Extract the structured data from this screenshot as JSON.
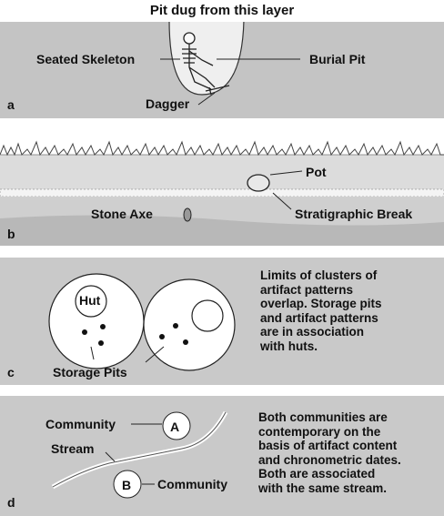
{
  "panel_a": {
    "title": "Pit dug from this layer",
    "seated_skeleton": "Seated Skeleton",
    "burial_pit": "Burial Pit",
    "dagger": "Dagger",
    "letter": "a",
    "colors": {
      "ground": "#c9c9c9",
      "pit": "#ececec"
    }
  },
  "panel_b": {
    "pot": "Pot",
    "stone_axe": "Stone Axe",
    "stratigraphic_break": "Stratigraphic Break",
    "letter": "b"
  },
  "panel_c": {
    "hut": "Hut",
    "storage_pits": "Storage Pits",
    "text": "Limits of clusters of artifact patterns overlap. Storage pits and artifact patterns are in association with huts.",
    "lines": [
      "Limits of clusters of",
      "artifact patterns",
      "overlap. Storage pits",
      "and artifact patterns",
      "are in association",
      "with huts."
    ],
    "letter": "c"
  },
  "panel_d": {
    "community_a_label": "Community",
    "a": "A",
    "community_b_label": "Community",
    "b": "B",
    "stream": "Stream",
    "lines": [
      "Both communities are",
      "contemporary on the",
      "basis of artifact content",
      "and chronometric dates.",
      "Both are associated",
      "with the same stream."
    ],
    "letter": "d"
  }
}
